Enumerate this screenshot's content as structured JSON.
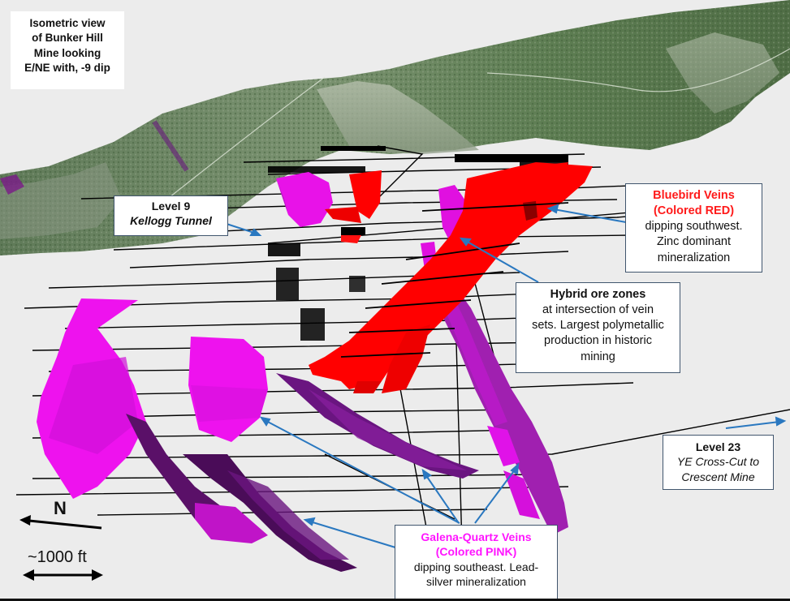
{
  "figure": {
    "title_lines": [
      "Isometric view",
      "of Bunker Hill",
      "Mine looking",
      "E/NE with, -9 dip"
    ],
    "background_color": "#ececec"
  },
  "callouts": {
    "level9": {
      "title": "Level 9",
      "subtitle": "Kellogg Tunnel"
    },
    "bluebird": {
      "title_lines": [
        "Bluebird Veins",
        "(Colored RED)"
      ],
      "body_lines": [
        "dipping southwest.",
        "Zinc dominant",
        "mineralization"
      ],
      "title_color": "#ff1a1a"
    },
    "hybrid": {
      "title": "Hybrid ore zones",
      "body_lines": [
        "at intersection of vein",
        "sets. Largest polymetallic",
        "production in historic",
        "mining"
      ]
    },
    "level23": {
      "title": "Level 23",
      "subtitle_lines": [
        "YE Cross-Cut to",
        "Crescent Mine"
      ]
    },
    "galena": {
      "title_lines": [
        "Galena-Quartz Veins",
        "(Colored PINK)"
      ],
      "body_lines": [
        "dipping southeast. Lead-",
        "silver mineralization"
      ],
      "title_color": "#ff14ff"
    }
  },
  "legend": {
    "north_label": "N",
    "scale_label": "~1000 ft"
  },
  "colors": {
    "red_vein": "#ff0000",
    "pink_vein": "#ee10ee",
    "purple_vein": "#8a1a9a",
    "dark_purple_vein": "#5a1060",
    "workings": "#000000",
    "arrow_blue": "#2a78c0",
    "terrain_green": "#6f8a66"
  }
}
